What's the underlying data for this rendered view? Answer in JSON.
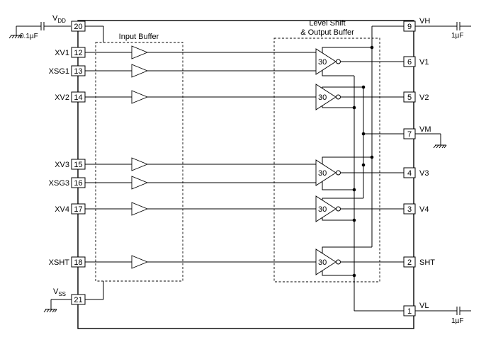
{
  "labels": {
    "input_buffer": "Input Buffer",
    "level_shift_1": "Level Shift",
    "level_shift_2": "& Output Buffer",
    "vdd_main": "V",
    "vdd_sub": "DD",
    "vss_main": "V",
    "vss_sub": "SS",
    "cap_vdd": "0.1µF",
    "cap_vh": "1µF",
    "cap_vl": "1µF",
    "buffer_gain": "30"
  },
  "left_pins": [
    {
      "name": "XV1",
      "num": "12"
    },
    {
      "name": "XSG1",
      "num": "13"
    },
    {
      "name": "XV2",
      "num": "14"
    },
    {
      "name": "XV3",
      "num": "15"
    },
    {
      "name": "XSG3",
      "num": "16"
    },
    {
      "name": "XV4",
      "num": "17"
    },
    {
      "name": "XSHT",
      "num": "18"
    }
  ],
  "supply_pins": {
    "vdd_num": "20",
    "vss_num": "21"
  },
  "right_pins": [
    {
      "name": "VH",
      "num": "9"
    },
    {
      "name": "V1",
      "num": "6"
    },
    {
      "name": "V2",
      "num": "5"
    },
    {
      "name": "VM",
      "num": "7"
    },
    {
      "name": "V3",
      "num": "4"
    },
    {
      "name": "V4",
      "num": "3"
    },
    {
      "name": "SHT",
      "num": "2"
    },
    {
      "name": "VL",
      "num": "1"
    }
  ]
}
